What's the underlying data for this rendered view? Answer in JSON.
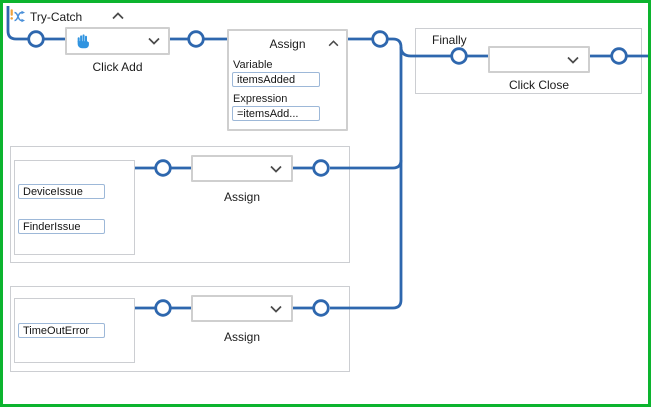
{
  "workflow": {
    "title": "Try-Catch",
    "try": {
      "click_activity": {
        "label": "Click Add"
      },
      "assign": {
        "title": "Assign",
        "variable_label": "Variable",
        "variable_value": "itemsAdded",
        "expression_label": "Expression",
        "expression_value": "=itemsAdd..."
      }
    },
    "catches": [
      {
        "exceptions": [
          "DeviceIssue",
          "FinderIssue"
        ],
        "activity_label": "Assign"
      },
      {
        "exceptions": [
          "TimeOutError"
        ],
        "activity_label": "Assign"
      }
    ],
    "finally": {
      "label": "Finally",
      "activity_label": "Click Close"
    }
  },
  "colors": {
    "selection_border": "#0cb42e",
    "connector": "#2e67ae",
    "hand_icon": "#3194e0",
    "box_border": "#cfcfcf",
    "input_border": "#9db8d8"
  }
}
